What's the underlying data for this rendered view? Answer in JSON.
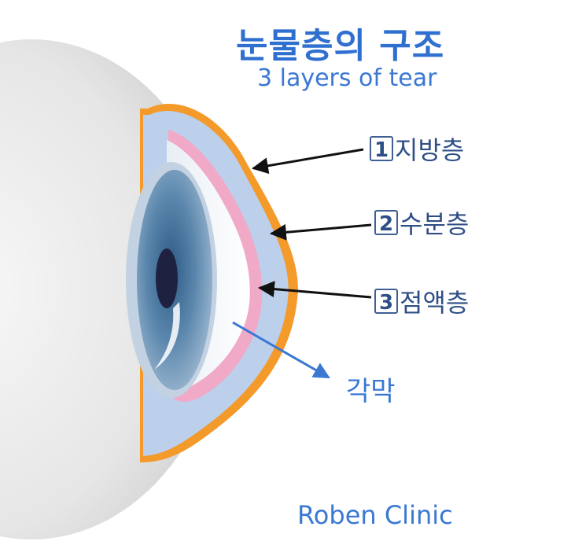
{
  "title": "눈물층의 구조",
  "subtitle": "3 layers of tear",
  "layers": [
    {
      "number": "1",
      "name": "지방층",
      "color": "#f39a2a"
    },
    {
      "number": "2",
      "name": "수분층",
      "color": "#b8cdec"
    },
    {
      "number": "3",
      "name": "점액층",
      "color": "#f1a9c8"
    }
  ],
  "cornea_label": "각막",
  "clinic_name": "Roben Clinic",
  "colors": {
    "text_primary": "#2f6fd0",
    "label_dark": "#2e4f86",
    "iris": "#5a84a8",
    "pupil": "#1e2240",
    "arrow_black": "#111111",
    "arrow_blue": "#3a78d4"
  }
}
